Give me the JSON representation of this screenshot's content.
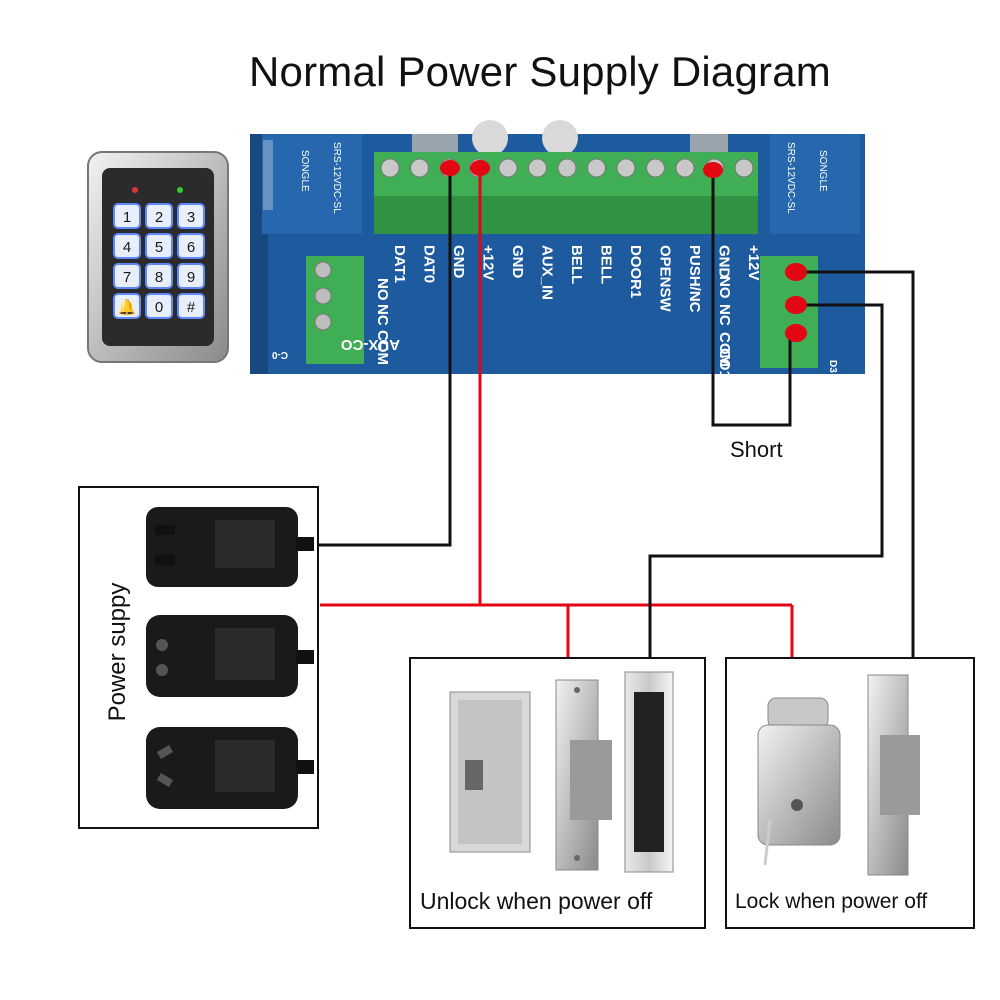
{
  "title": "Normal Power Supply Diagram",
  "board": {
    "top_terminals": [
      "DAT1",
      "DAT0",
      "GND",
      "+12V",
      "GND",
      "AUX_IN",
      "BELL",
      "BELL",
      "DOOR1",
      "OPENSW",
      "PUSH/NC",
      "GND",
      "+12V"
    ],
    "left_relay_terminals": [
      "NO",
      "NC",
      "COM"
    ],
    "left_relay_name": "AUX-CO",
    "right_relay_terminals": [
      "NO",
      "NC",
      "COM"
    ],
    "right_relay_name": "CO1",
    "relay_brand": "SONGLE",
    "relay_text": "SRS-12VDC-SL",
    "left_id": "C-0",
    "right_id": "D3"
  },
  "keypad": {
    "keys": [
      "1",
      "2",
      "3",
      "4",
      "5",
      "6",
      "7",
      "8",
      "9",
      "🔔",
      "0",
      "#"
    ]
  },
  "short_label": "Short",
  "power_supply_label": "Power suppy",
  "unlock_caption": "Unlock when power off",
  "lock_caption": "Lock when power off",
  "colors": {
    "board": "#1e5a9e",
    "terminal": "#3fae54",
    "wire_red": "#e30613",
    "wire_black": "#111111",
    "dot": "#e30613"
  }
}
